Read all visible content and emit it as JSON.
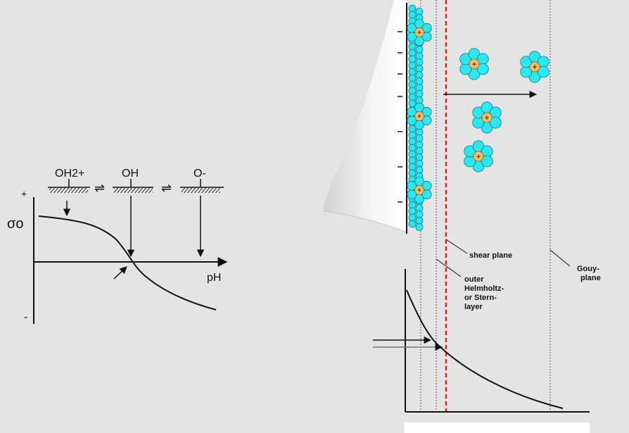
{
  "left_diagram": {
    "species": {
      "protonated": "OH2+",
      "neutral": "OH",
      "deprotonated": "O-"
    },
    "axis": {
      "plus": "+",
      "minus": "-",
      "y_label": "σo",
      "x_label": "pH"
    },
    "equilibrium_symbol": "⇌"
  },
  "right_diagram": {
    "labels": {
      "shear_plane": "shear plane",
      "outer_helmholtz": [
        "outer",
        "Helmholtz-",
        "or Stern-",
        "layer"
      ],
      "gouy_plane": [
        "Gouy-",
        "plane"
      ]
    },
    "ion_sign": "+",
    "colors": {
      "water": "#2ee6ee",
      "water_stroke": "#0b7f88",
      "cation": "#f0c070",
      "shear_line": "#e0201b"
    }
  }
}
